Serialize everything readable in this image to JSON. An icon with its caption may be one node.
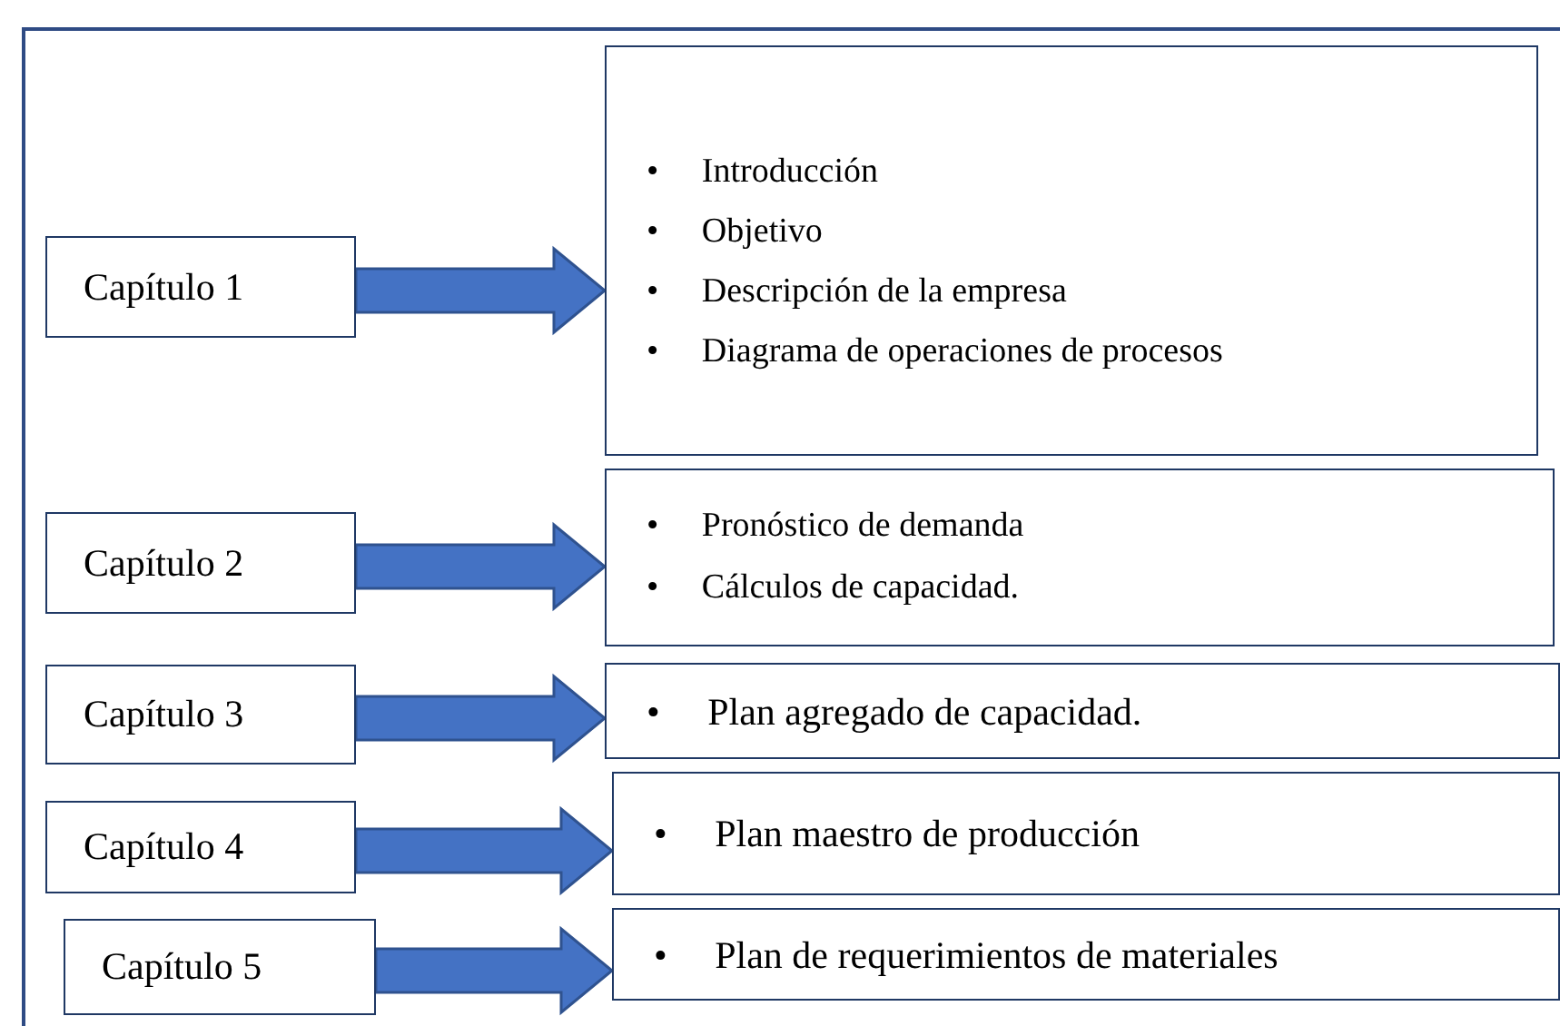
{
  "diagram": {
    "nodes": [
      {
        "text": [
          "Capítulo 1"
        ]
      },
      {
        "text": [
          "• Introducción",
          "• Objetivo",
          "• Descripción de la empresa",
          "• Diagrama de operaciones de procesos"
        ]
      },
      {
        "text": [
          "Capítulo 2"
        ]
      },
      {
        "text": [
          "• Pronóstico de demanda",
          "• Cálculos de capacidad."
        ]
      },
      {
        "text": [
          "Capítulo 3"
        ]
      },
      {
        "text": [
          "• Plan agregado de capacidad."
        ]
      },
      {
        "text": [
          "Capítulo 4"
        ]
      },
      {
        "text": [
          "• Plan maestro de producción"
        ]
      },
      {
        "text": [
          "Capítulo 5"
        ]
      },
      {
        "text": [
          "• Plan de requerimientos de materiales"
        ]
      }
    ],
    "edges": [
      {
        "from": 0,
        "to": 1,
        "arrow": "to"
      },
      {
        "from": 2,
        "to": 3,
        "arrow": "to"
      },
      {
        "from": 4,
        "to": 5,
        "arrow": "to"
      },
      {
        "from": 6,
        "to": 7,
        "arrow": "to"
      },
      {
        "from": 8,
        "to": 9,
        "arrow": "to"
      }
    ]
  }
}
